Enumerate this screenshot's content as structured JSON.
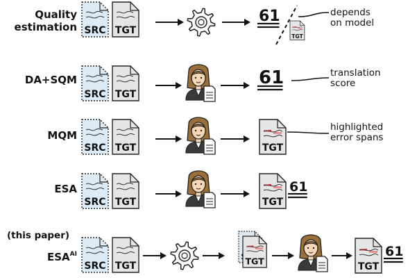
{
  "rows": [
    {
      "id": "qe",
      "label_lines": [
        "Quality",
        "estimation"
      ],
      "note_lines": [
        "depends",
        "on model"
      ]
    },
    {
      "id": "da",
      "label_lines": [
        "DA+SQM"
      ],
      "note_lines": [
        "translation",
        "score"
      ]
    },
    {
      "id": "mqm",
      "label_lines": [
        "MQM"
      ],
      "note_lines": [
        "highlighted",
        "error spans"
      ]
    },
    {
      "id": "esa",
      "label_lines": [
        "ESA"
      ],
      "note_lines": []
    },
    {
      "id": "esaai",
      "label_lines": [
        "ESA"
      ],
      "label_superscript": "AI",
      "note_lines": []
    }
  ],
  "this_paper_label": "(this paper)",
  "doc_labels": {
    "src": "SRC",
    "tgt": "TGT"
  },
  "score_value": "61",
  "icons": {
    "process": "gear-icon",
    "annotator": "annotator-person-icon",
    "arrow": "arrow-right-icon",
    "source_doc": "source-document-icon",
    "target_doc": "target-document-icon",
    "highlighted_doc": "highlighted-target-document-icon"
  },
  "colors": {
    "src_doc": "#dcebf5",
    "tgt_doc": "#e6e6e6",
    "error_highlight": "#ea8f8f",
    "error_mark": "#d22b2b",
    "hair": "#9b6f38",
    "skin": "#f7d7b5",
    "suit": "#3a3a3a"
  }
}
